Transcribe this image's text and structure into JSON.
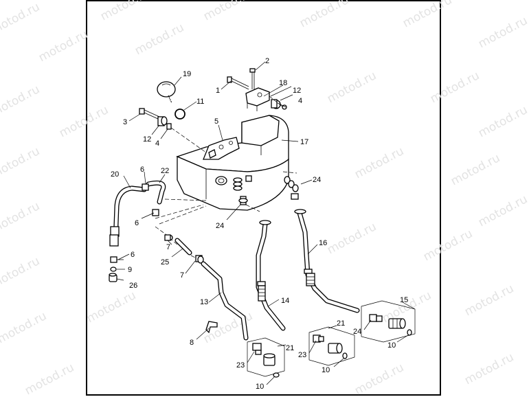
{
  "watermark": "motod.ru",
  "callouts": {
    "c1": "1",
    "c2": "2",
    "c3": "3",
    "c4a": "4",
    "c4b": "4",
    "c5": "5",
    "c6a": "6",
    "c6b": "6",
    "c6c": "6",
    "c7a": "7",
    "c7b": "7",
    "c8": "8",
    "c9": "9",
    "c10a": "10",
    "c10b": "10",
    "c10c": "10",
    "c11": "11",
    "c12a": "12",
    "c12b": "12",
    "c13": "13",
    "c14": "14",
    "c15": "15",
    "c16": "16",
    "c17": "17",
    "c18": "18",
    "c19": "19",
    "c20": "20",
    "c21a": "21",
    "c21b": "21",
    "c22": "22",
    "c23a": "23",
    "c23b": "23",
    "c24a": "24",
    "c24b": "24",
    "c24c": "24",
    "c25": "25",
    "c26": "26"
  }
}
